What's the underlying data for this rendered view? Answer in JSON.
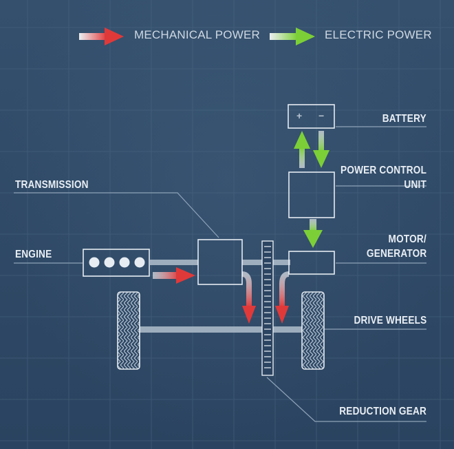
{
  "legend": {
    "mechanical_label": "MECHANICAL POWER",
    "electric_label": "ELECTRIC POWER",
    "mechanical_color": "#e0393a",
    "electric_color": "#7ccf37"
  },
  "labels": {
    "battery": "BATTERY",
    "power_control_unit_line1": "POWER CONTROL",
    "power_control_unit_line2": "UNIT",
    "transmission": "TRANSMISSION",
    "engine": "ENGINE",
    "motor_generator_line1": "MOTOR/",
    "motor_generator_line2": "GENERATOR",
    "drive_wheels": "DRIVE WHEELS",
    "reduction_gear": "REDUCTION GEAR"
  },
  "battery": {
    "plus": "+",
    "minus": "−"
  },
  "engine": {
    "cylinders": 4
  },
  "colors": {
    "background": "#2f4a66",
    "grid": "#4a6682",
    "outline": "#e6ecf2"
  }
}
